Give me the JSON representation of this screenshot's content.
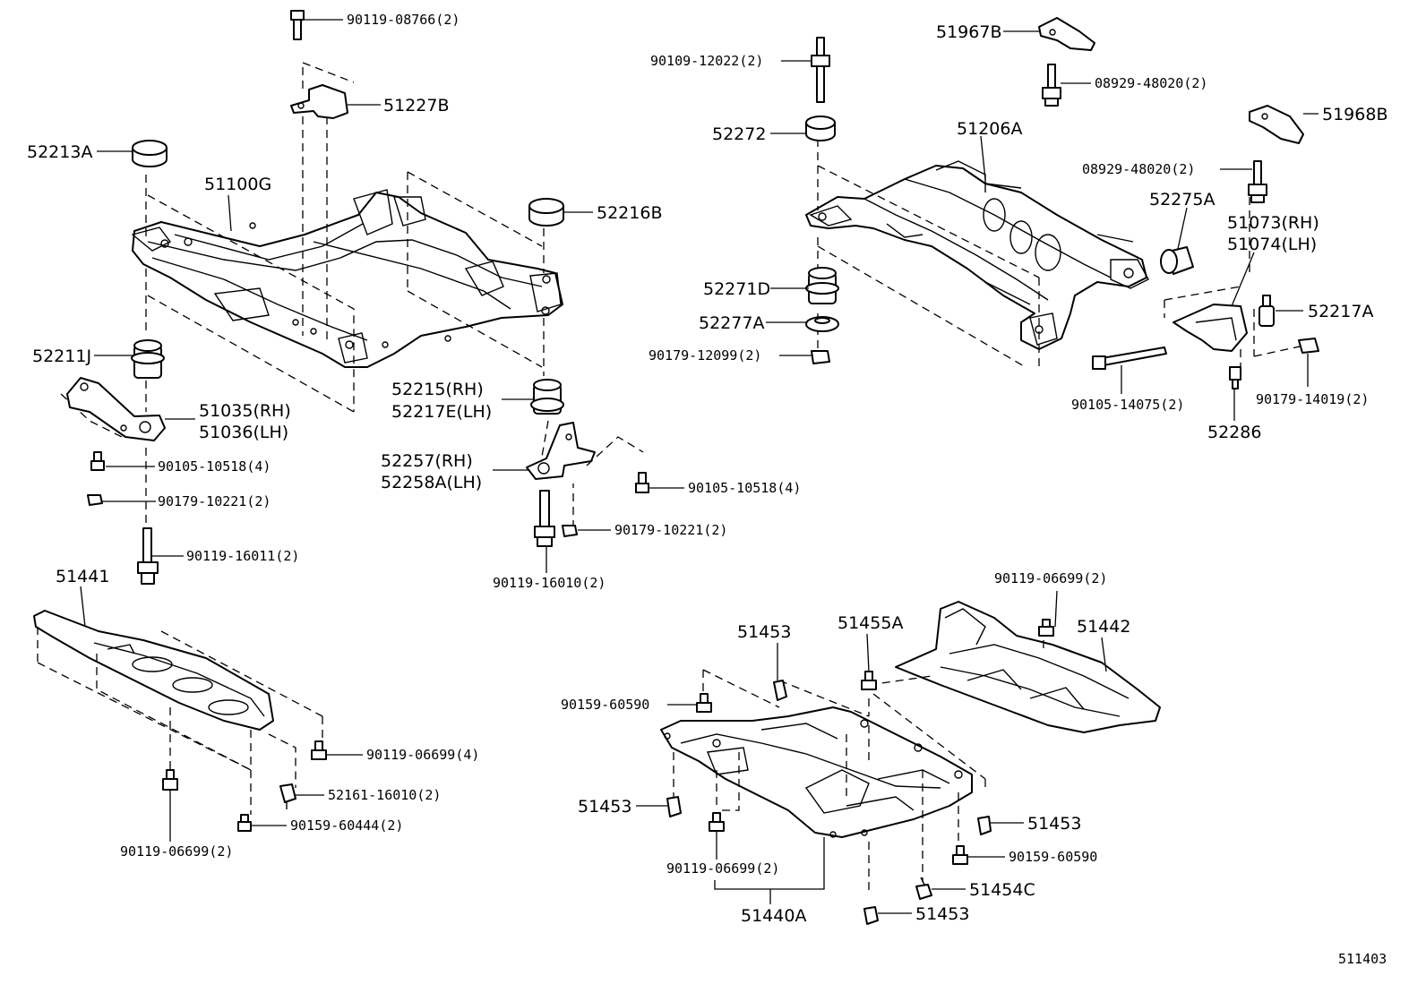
{
  "figure_id": "511403",
  "labels": {
    "l_90119_08766": "90119-08766(2)",
    "l_51227B": "51227B",
    "l_52213A": "52213A",
    "l_51100G": "51100G",
    "l_52216B": "52216B",
    "l_52211J": "52211J",
    "l_51035": "51035(RH)",
    "l_51036": "51036(LH)",
    "l_90105_10518_left": "90105-10518(4)",
    "l_90179_10221_left": "90179-10221(2)",
    "l_90119_16011": "90119-16011(2)",
    "l_52215": "52215(RH)",
    "l_52217E": "52217E(LH)",
    "l_52257": "52257(RH)",
    "l_52258A": "52258A(LH)",
    "l_90105_10518_mid": "90105-10518(4)",
    "l_90179_10221_mid": "90179-10221(2)",
    "l_90119_16010": "90119-16010(2)",
    "l_90109_12022": "90109-12022(2)",
    "l_52272": "52272",
    "l_52271D": "52271D",
    "l_52277A": "52277A",
    "l_90179_12099": "90179-12099(2)",
    "l_51967B": "51967B",
    "l_08929_48020_top": "08929-48020(2)",
    "l_51206A": "51206A",
    "l_51968B": "51968B",
    "l_08929_48020_mid": "08929-48020(2)",
    "l_52275A": "52275A",
    "l_51073": "51073(RH)",
    "l_51074": "51074(LH)",
    "l_52217A": "52217A",
    "l_90105_14075": "90105-14075(2)",
    "l_52286": "52286",
    "l_90179_14019": "90179-14019(2)",
    "l_51441": "51441",
    "l_90119_06699_4": "90119-06699(4)",
    "l_52161_16010": "52161-16010(2)",
    "l_90159_60444": "90159-60444(2)",
    "l_90119_06699_left": "90119-06699(2)",
    "l_51453_a": "51453",
    "l_51455A": "51455A",
    "l_90119_06699_right": "90119-06699(2)",
    "l_51442": "51442",
    "l_90159_60590_a": "90159-60590",
    "l_51453_b": "51453",
    "l_51453_c": "51453",
    "l_90119_06699_bottom": "90119-06699(2)",
    "l_90159_60590_b": "90159-60590",
    "l_51454C": "51454C",
    "l_51440A": "51440A",
    "l_51453_d": "51453"
  }
}
